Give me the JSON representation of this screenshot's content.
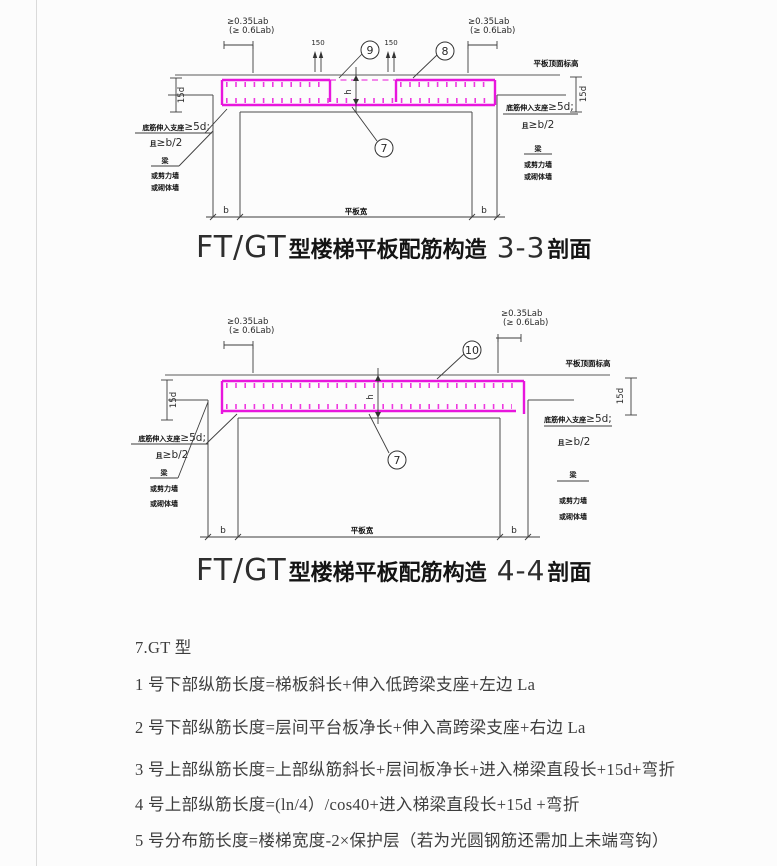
{
  "shared": {
    "anchor_top": "≥0.35Lab",
    "anchor_top2": "(≥ 0.6Lab)",
    "hook_len": "150",
    "hook_15d": "15d",
    "h_dim": "h",
    "top_elev": "平板顶面标高",
    "bottom_anchor_zh": "底筋伸入支座",
    "bottom_anchor_val": "≥5d;",
    "bottom_anchor2_zh": "且",
    "bottom_anchor2_val": "≥b/2",
    "support_line1": "梁",
    "support_line2": "或剪力墙",
    "support_line3": "或砌体墙",
    "b_dim": "b",
    "slab_width": "平板宽"
  },
  "diagram1": {
    "title_latin": "FT/GT",
    "title_zh": "型楼梯平板配筋构造",
    "title_num": "3-3",
    "title_sec": "剖面",
    "bar_mid": "9",
    "bar_right": "8",
    "bar_bottom": "7"
  },
  "diagram2": {
    "title_latin": "FT/GT",
    "title_zh": "型楼梯平板配筋构造",
    "title_num": "4-4",
    "title_sec": "剖面",
    "bar_top": "10",
    "bar_bottom": "7"
  },
  "notes": {
    "heading": "7.GT 型",
    "items": [
      "1 号下部纵筋长度=梯板斜长+伸入低跨梁支座+左边 La",
      "2 号下部纵筋长度=层间平台板净长+伸入高跨梁支座+右边 La",
      "3 号上部纵筋长度=上部纵筋斜长+层间板净长+进入梯梁直段长+15d+弯折",
      "4 号上部纵筋长度=(ln/4）/cos40+进入梯梁直段长+15d +弯折",
      "5 号分布筋长度=楼梯宽度-2×保护层（若为光圆钢筋还需加上未端弯钩）"
    ]
  },
  "colors": {
    "rebar_magenta": "#e816dd",
    "rebar_pink": "#f387ea",
    "line_gray": "#4c4c4c",
    "text_dark": "#3d3d3d"
  }
}
